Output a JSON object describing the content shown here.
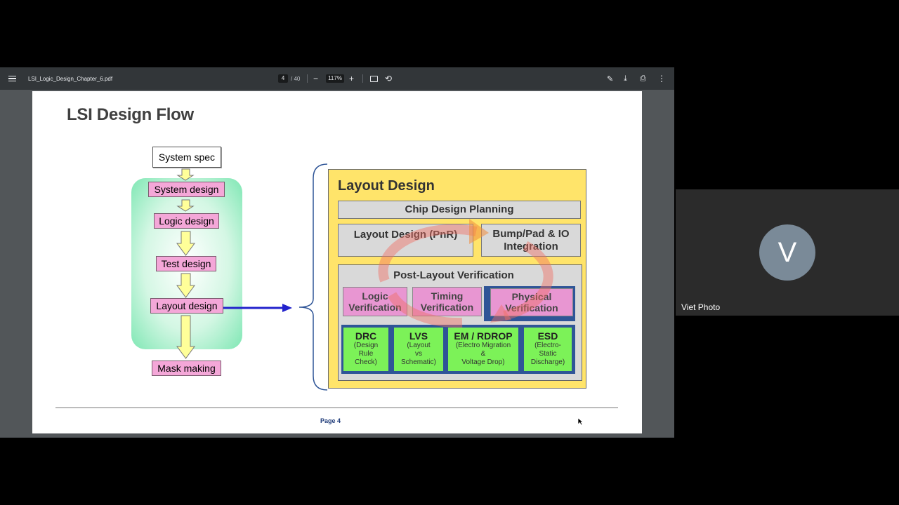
{
  "viewer": {
    "doc_title": "LSI_Logic_Design_Chapter_6.pdf",
    "page_current": "4",
    "page_total": "/ 40",
    "zoom": "117%",
    "zoom_out": "−",
    "zoom_in": "+"
  },
  "slide": {
    "title": "LSI Design Flow",
    "flow": {
      "system_spec": "System spec",
      "system_design": "System design",
      "logic_design": "Logic design",
      "test_design": "Test design",
      "layout_design": "Layout design",
      "mask_making": "Mask making"
    },
    "layout": {
      "title": "Layout Design",
      "chip_planning": "Chip Design Planning",
      "pnr": "Layout Design (PnR)",
      "bump_1": "Bump/Pad & IO",
      "bump_2": "Integration",
      "plv_title": "Post-Layout Verification",
      "logic_v_1": "Logic",
      "logic_v_2": "Verification",
      "timing_v_1": "Timing",
      "timing_v_2": "Verification",
      "phys_v_1": "Physical",
      "phys_v_2": "Verification",
      "drc": "DRC",
      "drc_s": [
        "(Design",
        "Rule",
        "Check)"
      ],
      "lvs": "LVS",
      "lvs_s": [
        "(Layout",
        "vs",
        "Schematic)"
      ],
      "em": "EM / RDROP",
      "em_s": [
        "(Electro Migration",
        "&",
        "Voltage Drop)"
      ],
      "esd": "ESD",
      "esd_s": [
        "(Electro-",
        "Static",
        "Discharge)"
      ]
    },
    "page_label": "Page 4"
  },
  "participant": {
    "initial": "V",
    "name": "Viet Photo"
  },
  "colors": {
    "toolbar": "#323639",
    "viewer_bg": "#525659",
    "pink_box": "#f4a7d8",
    "layout_yellow": "#ffe46a",
    "green_box": "#7cf258",
    "frame_blue": "#2f5597"
  }
}
